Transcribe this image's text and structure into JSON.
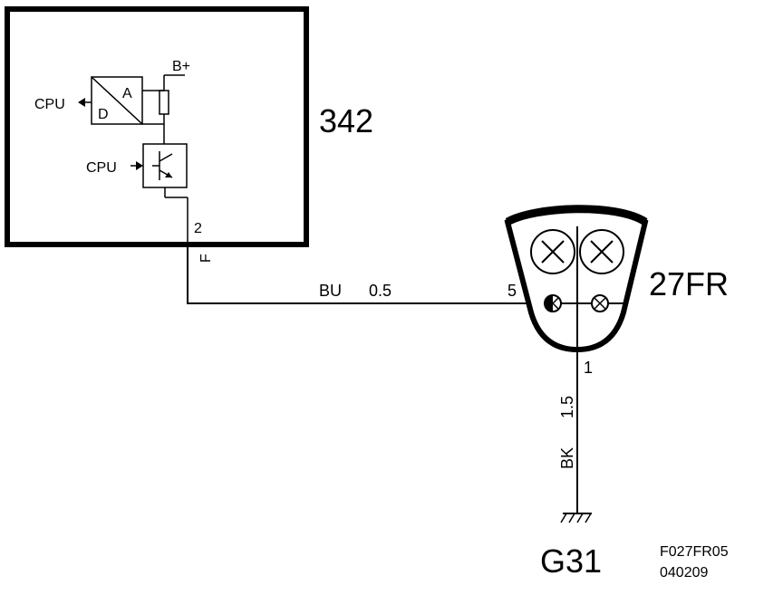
{
  "ecu": {
    "id": "342",
    "supply_label": "B+",
    "adc_cpu_label": "CPU",
    "adc_a_label": "A",
    "adc_d_label": "D",
    "driver_cpu_label": "CPU",
    "pin_number": "2",
    "pin_signal": "F"
  },
  "wire_main": {
    "color_code": "BU",
    "gauge": "0.5"
  },
  "lamp": {
    "id": "27FR",
    "input_pin": "5",
    "ground_pin": "1"
  },
  "wire_ground": {
    "gauge": "1.5",
    "color_code": "BK"
  },
  "ground": {
    "id": "G31"
  },
  "drawing_code": {
    "line1": "F027FR05",
    "line2": "040209"
  }
}
